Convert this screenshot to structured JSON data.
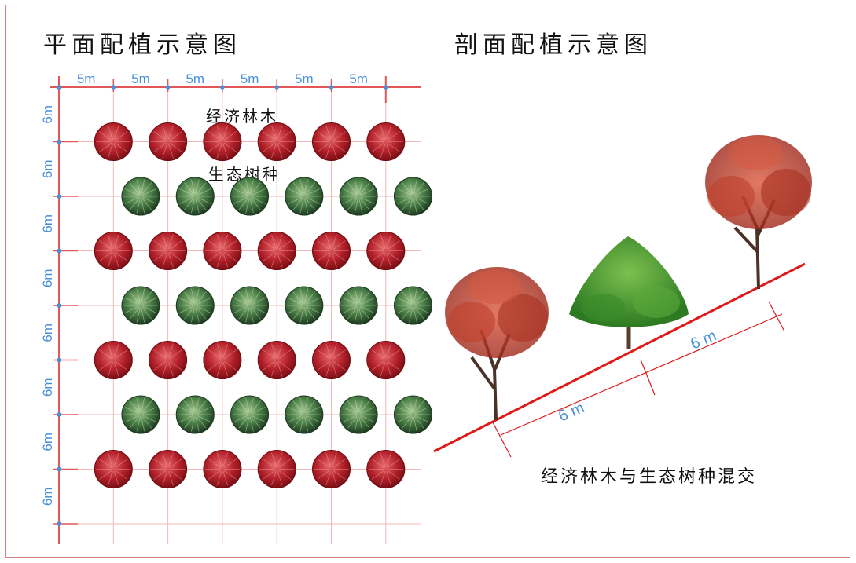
{
  "plan": {
    "title": "平面配植示意图",
    "row_label_economic": "经济林木",
    "row_label_ecological": "生态树种",
    "col_spacing_labels": [
      "5m",
      "5m",
      "5m",
      "5m",
      "5m",
      "5m"
    ],
    "row_spacing_labels": [
      "6m",
      "6m",
      "6m",
      "6m",
      "6m",
      "6m",
      "6m",
      "6m"
    ],
    "grid": {
      "columns": 7,
      "rows": 9
    },
    "economic_row_count": 4,
    "ecological_row_count": 3,
    "trees_per_row": 6
  },
  "section": {
    "title": "剖面配植示意图",
    "spacing_label_1": "6 m",
    "spacing_label_2": "6 m",
    "caption": "经济林木与生态树种混交"
  },
  "colors": {
    "grid_line": "#e35656",
    "grid_light": "#f2b9b9",
    "dimension_text": "#4a90d9",
    "economic_tree": "#b3202a",
    "ecological_tree": "#2f6b34",
    "slope_line": "#e01818"
  }
}
